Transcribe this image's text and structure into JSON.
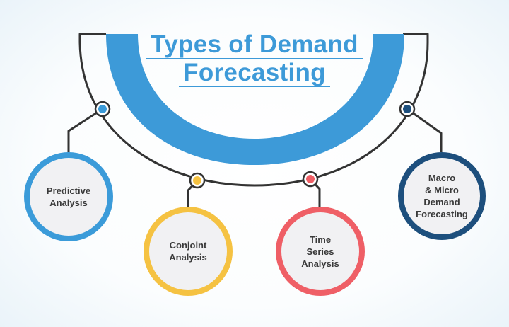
{
  "title": {
    "line1": "Types of Demand",
    "line2": "Forecasting",
    "color": "#3d9ad8"
  },
  "colors": {
    "band_blue": "#3d9ad8",
    "connector_dark": "#333333",
    "circle_fill": "#f1f1f3",
    "background_edge": "#e6f1f8"
  },
  "items": [
    {
      "label": "Predictive Analysis",
      "lines": [
        "Predictive",
        "Analysis"
      ],
      "ring_color": "#3b9bd9"
    },
    {
      "label": "Conjoint Analysis",
      "lines": [
        "Conjoint",
        "Analysis"
      ],
      "ring_color": "#f5c242"
    },
    {
      "label": "Time Series Analysis",
      "lines": [
        "Time",
        "Series",
        "Analysis"
      ],
      "ring_color": "#ef5f66"
    },
    {
      "label": "Macro & Micro Demand Forecasting",
      "lines": [
        "Macro",
        "& Micro",
        "Demand",
        "Forecasting"
      ],
      "ring_color": "#1d4f7d"
    }
  ]
}
